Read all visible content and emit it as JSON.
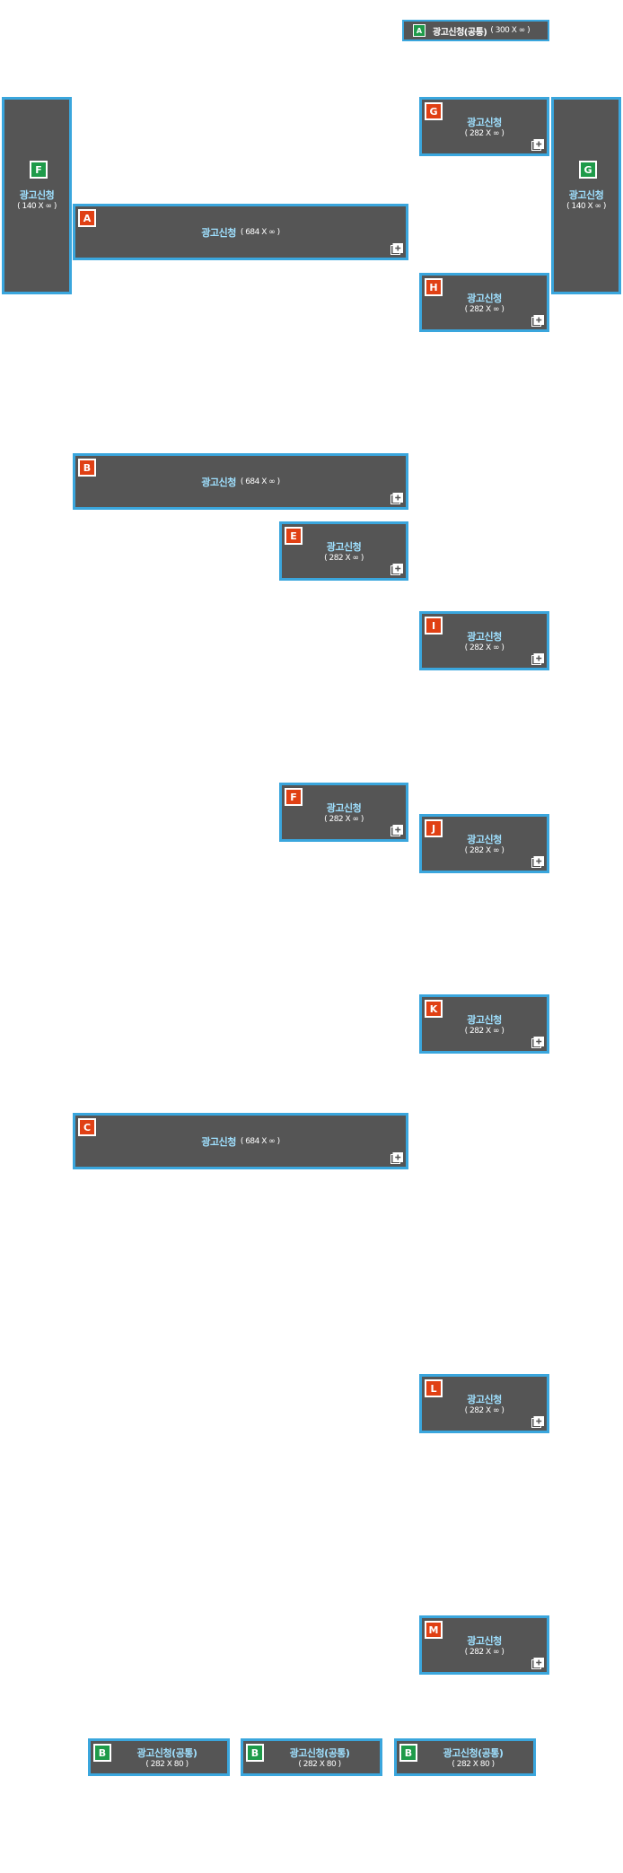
{
  "top_banner": {
    "badge": "A",
    "label": "광고신청(공통)",
    "size": "( 300 X ∞ )"
  },
  "slots": {
    "F_left": {
      "badge": "F",
      "label": "광고신청",
      "size": "( 140 X ∞ )"
    },
    "G_right": {
      "badge": "G",
      "label": "광고신청",
      "size": "( 140 X ∞ )"
    },
    "A": {
      "badge": "A",
      "label": "광고신청",
      "size": "( 684 X ∞ )"
    },
    "B": {
      "badge": "B",
      "label": "광고신청",
      "size": "( 684 X ∞ )"
    },
    "C": {
      "badge": "C",
      "label": "광고신청",
      "size": "( 684 X ∞ )"
    },
    "E": {
      "badge": "E",
      "label": "광고신청",
      "size": "( 282 X ∞ )"
    },
    "F": {
      "badge": "F",
      "label": "광고신청",
      "size": "( 282 X ∞ )"
    },
    "G": {
      "badge": "G",
      "label": "광고신청",
      "size": "( 282 X ∞ )"
    },
    "H": {
      "badge": "H",
      "label": "광고신청",
      "size": "( 282 X ∞ )"
    },
    "I": {
      "badge": "I",
      "label": "광고신청",
      "size": "( 282 X ∞ )"
    },
    "J": {
      "badge": "J",
      "label": "광고신청",
      "size": "( 282 X ∞ )"
    },
    "K": {
      "badge": "K",
      "label": "광고신청",
      "size": "( 282 X ∞ )"
    },
    "L": {
      "badge": "L",
      "label": "광고신청",
      "size": "( 282 X ∞ )"
    },
    "M": {
      "badge": "M",
      "label": "광고신청",
      "size": "( 282 X ∞ )"
    }
  },
  "bottom_slots": [
    {
      "badge": "B",
      "label": "광고신청(공통)",
      "size": "( 282 X 80 )"
    },
    {
      "badge": "B",
      "label": "광고신청(공통)",
      "size": "( 282 X 80 )"
    },
    {
      "badge": "B",
      "label": "광고신청(공통)",
      "size": "( 282 X 80 )"
    }
  ],
  "colors": {
    "slot_bg": "#555555",
    "border": "#3aa6dd",
    "badge_red": "#e04014",
    "badge_green": "#1f9b4a",
    "label": "#9fe0ff"
  },
  "icons": {
    "add": "add-window-icon"
  }
}
